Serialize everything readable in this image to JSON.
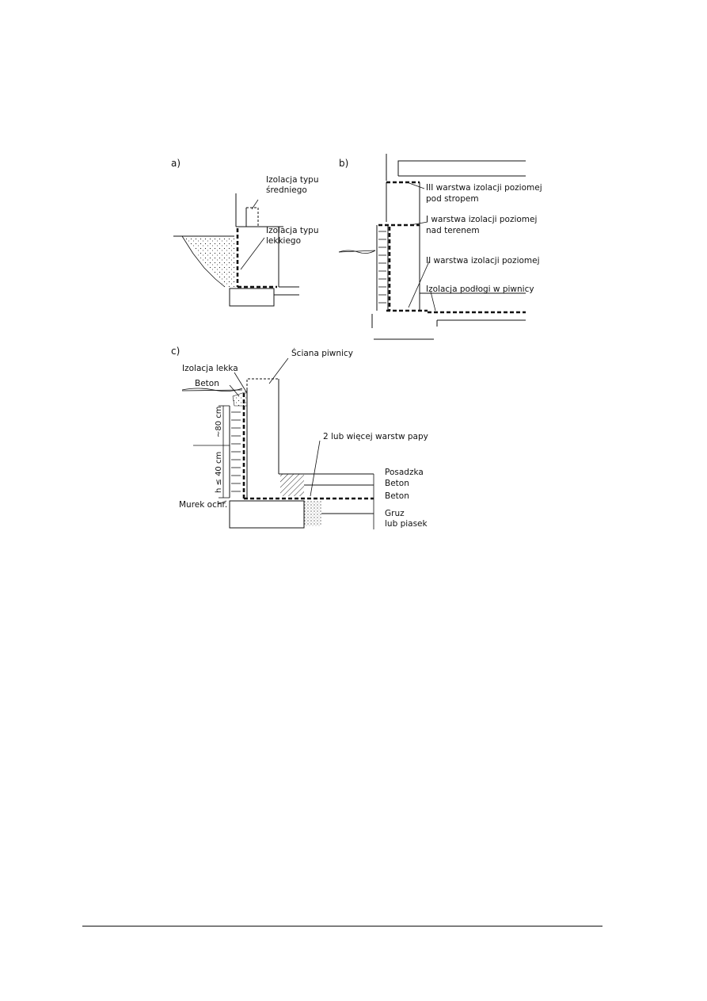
{
  "diagram": {
    "panels": {
      "a": {
        "letter": "a)",
        "labels": {
          "medium_insulation_1": "Izolacja typu",
          "medium_insulation_2": "średniego",
          "light_insulation_1": "Izolacja typu",
          "light_insulation_2": "lekkiego"
        }
      },
      "b": {
        "letter": "b)",
        "labels": {
          "layer_III_1": "III warstwa izolacji poziomej",
          "layer_III_2": "pod stropem",
          "layer_I_1": "I warstwa izolacji poziomej",
          "layer_I_2": "nad terenem",
          "layer_II": "II warstwa izolacji poziomej",
          "basement_floor": "Izolacja podłogi w piwnicy"
        }
      },
      "c": {
        "letter": "c)",
        "labels": {
          "basement_wall": "Ściana piwnicy",
          "light_insulation": "Izolacja lekka",
          "concrete_top": "Beton",
          "felt_layers": "2 lub więcej warstw papy",
          "floor": "Posadzka",
          "concrete_1": "Beton",
          "concrete_2": "Beton",
          "rubble_1": "Gruz",
          "rubble_2": "lub piasek",
          "protective_wall": "Murek ochr.",
          "dim_upper": "~80 cm",
          "dim_lower": "h ≤ 40 cm"
        }
      }
    }
  }
}
